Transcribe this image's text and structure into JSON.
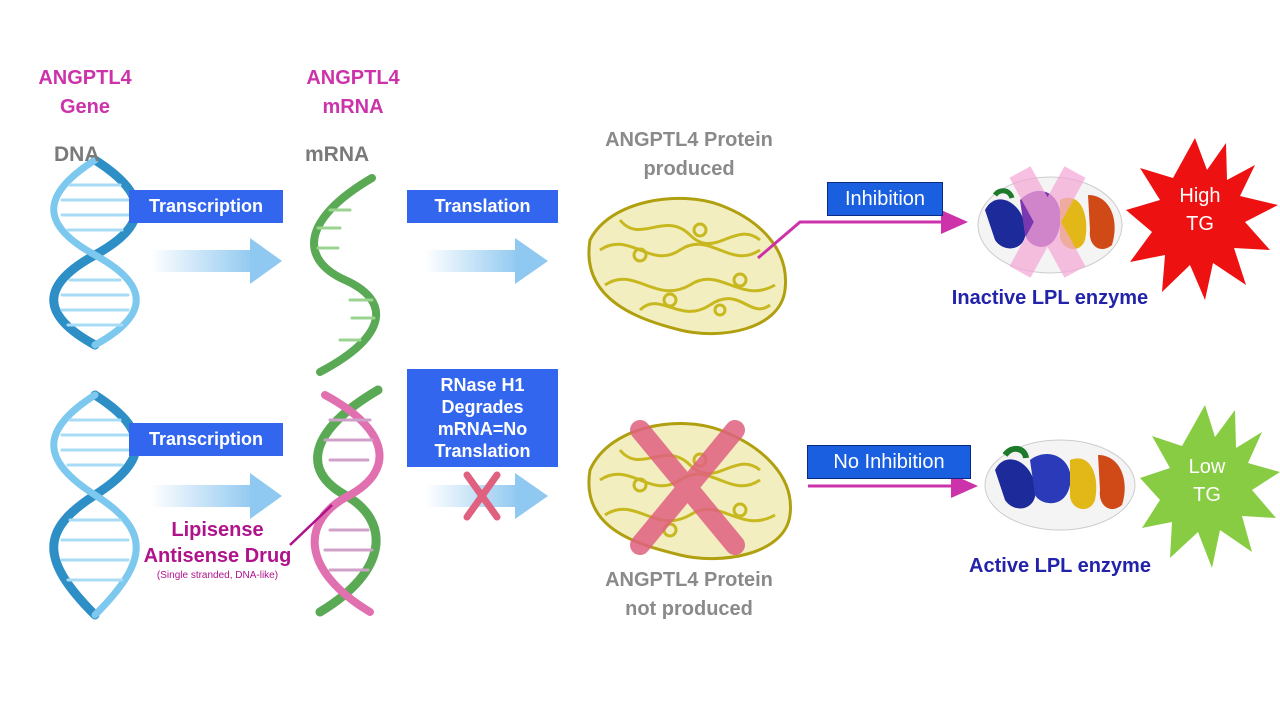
{
  "top": {
    "gene_title_line1": "ANGPTL4",
    "gene_title_line2": "Gene",
    "mrna_title_line1": "ANGPTL4",
    "mrna_title_line2": "mRNA",
    "dna_label": "DNA",
    "mrna_label": "mRNA",
    "transcription": "Transcription",
    "translation": "Translation",
    "protein_line1": "ANGPTL4 Protein",
    "protein_line2": "produced",
    "inhibition": "Inhibition",
    "enzyme_label": "Inactive LPL enzyme",
    "star_line1": "High",
    "star_line2": "TG"
  },
  "bottom": {
    "transcription": "Transcription",
    "rnase_line1": "RNase H1",
    "rnase_line2": "Degrades",
    "rnase_line3": "mRNA=No",
    "rnase_line4": "Translation",
    "drug_line1": "Lipisense",
    "drug_line2": "Antisense Drug",
    "drug_note": "(Single stranded, DNA-like)",
    "protein_line1": "ANGPTL4 Protein",
    "protein_line2": "not produced",
    "no_inhibition": "No Inhibition",
    "enzyme_label": "Active LPL enzyme",
    "star_line1": "Low",
    "star_line2": "TG"
  },
  "colors": {
    "magenta_title": "#cc33aa",
    "dna_blue": "#3aa8dd",
    "mrna_green": "#5aaa55",
    "antisense_pink": "#e070b0",
    "box_blue": "#3366ee",
    "protein_yellow": "#c8b820",
    "x_pink": "#e06080",
    "high_tg_red": "#ee1111",
    "low_tg_green": "#88cc44"
  }
}
